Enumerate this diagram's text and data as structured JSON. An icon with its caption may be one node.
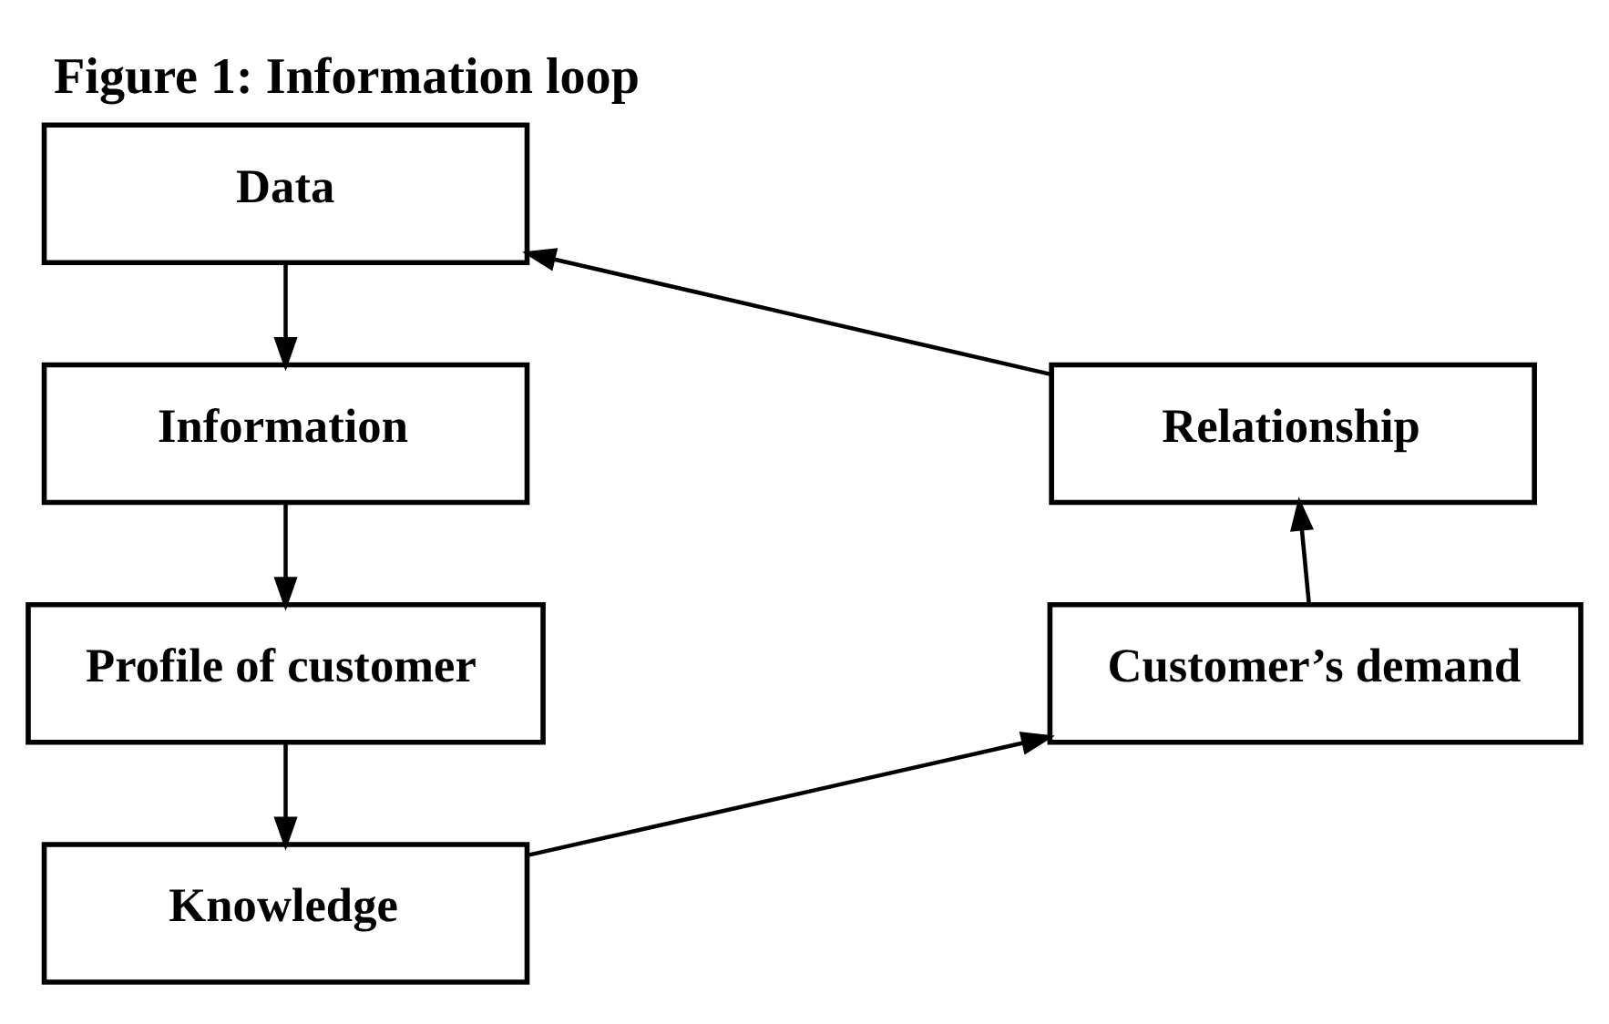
{
  "diagram": {
    "title": "Figure 1: Information loop",
    "nodes": [
      {
        "text": [
          "Data"
        ]
      },
      {
        "text": [
          "Information"
        ]
      },
      {
        "text": [
          "Profile of customer"
        ]
      },
      {
        "text": [
          "Knowledge"
        ]
      },
      {
        "text": [
          "Customer’s demand"
        ]
      },
      {
        "text": [
          "Relationship"
        ]
      }
    ],
    "edges": [
      {
        "from": 0,
        "to": 1,
        "arrow": "to"
      },
      {
        "from": 1,
        "to": 2,
        "arrow": "to"
      },
      {
        "from": 2,
        "to": 3,
        "arrow": "to"
      },
      {
        "from": 3,
        "to": 4,
        "arrow": "to"
      },
      {
        "from": 4,
        "to": 5,
        "arrow": "to"
      },
      {
        "from": 5,
        "to": 0,
        "arrow": "to"
      }
    ]
  }
}
